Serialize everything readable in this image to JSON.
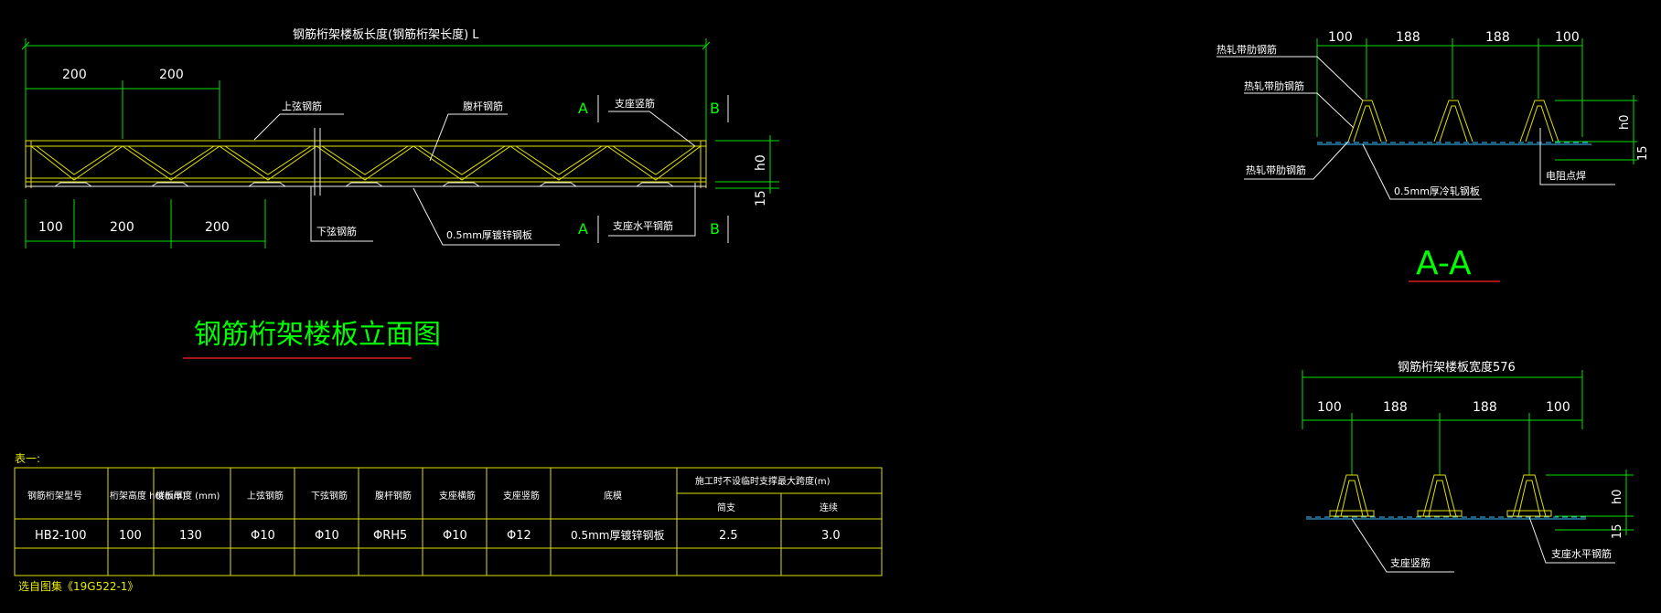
{
  "elevation": {
    "total_length_label": "钢筋桁架楼板长度(钢筋桁架长度) L",
    "top_dims": [
      "200",
      "200"
    ],
    "bottom_dims": [
      "100",
      "200",
      "200"
    ],
    "labels": {
      "top_chord": "上弦钢筋",
      "web": "腹杆钢筋",
      "support_vertical": "支座竖筋",
      "bottom_chord": "下弦钢筋",
      "deck": "0.5mm厚镀锌钢板",
      "support_horizontal": "支座水平钢筋"
    },
    "section_marks": {
      "a_top": "A",
      "a_bottom": "A",
      "b_top": "B",
      "b_bottom": "B"
    },
    "height_labels": {
      "h0": "h0",
      "fifteen": "15"
    },
    "title": "钢筋桁架楼板立面图"
  },
  "section_aa": {
    "dims": [
      "100",
      "188",
      "188",
      "100"
    ],
    "labels": {
      "hot1": "热轧带肋钢筋",
      "hot2": "热轧带肋钢筋",
      "hot3": "热轧带肋钢筋",
      "deck": "0.5mm厚冷轧钢板",
      "weld": "电阻点焊"
    },
    "height_labels": {
      "h0": "h0",
      "fifteen": "15"
    },
    "title": "A-A"
  },
  "section_bb": {
    "width_label": "钢筋桁架楼板宽度576",
    "dims": [
      "100",
      "188",
      "188",
      "100"
    ],
    "labels": {
      "support_vertical": "支座竖筋",
      "support_horizontal": "支座水平钢筋"
    },
    "height_labels": {
      "h0": "h0",
      "fifteen": "15"
    }
  },
  "table": {
    "caption": "表一:",
    "headers": [
      "钢筋桁架型号",
      "桁架高度 h0(mm)",
      "楼板厚度 (mm)",
      "上弦钢筋",
      "下弦钢筋",
      "腹杆钢筋",
      "支座横筋",
      "支座竖筋",
      "底模"
    ],
    "span_header": "施工时不设临时支撑最大跨度(m)",
    "span_subheaders": [
      "简支",
      "连续"
    ],
    "row": [
      "HB2-100",
      "100",
      "130",
      "Φ10",
      "Φ10",
      "ΦRH5",
      "Φ10",
      "Φ12",
      "0.5mm厚镀锌钢板",
      "2.5",
      "3.0"
    ],
    "footnote": "选自图集《19G522-1》"
  },
  "colors": {
    "background": "#000000",
    "dimension": "#00e000",
    "outline": "#e0e000",
    "text": "#ffffff",
    "title_underline": "#ff2020",
    "deck": "#40c0ff"
  }
}
